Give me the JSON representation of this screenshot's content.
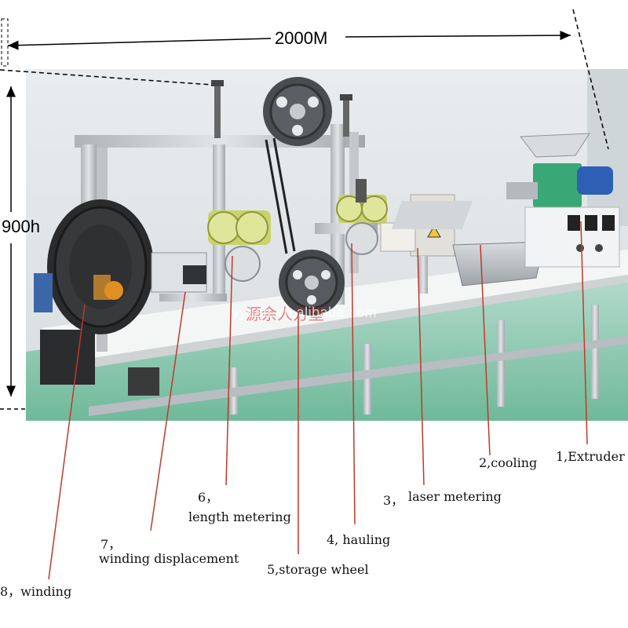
{
  "dimensions": {
    "width_label": "2000M",
    "height_label": "900h"
  },
  "watermark": {
    "url": "yyuan.en.alibaba.com",
    "cn": "源余人方塑"
  },
  "labels": {
    "extruder": "1,Extruder",
    "cooling": "2,cooling",
    "laser_num": "3，",
    "laser_text": "laser metering",
    "hauling": "4, hauling",
    "storage": "5,storage wheel",
    "length_num": "6，",
    "length_text": "length metering",
    "displacement_num": "7，",
    "displacement_text": "winding displacement",
    "winding": "8，winding"
  },
  "colors": {
    "pointer": "#c0392b",
    "aluminum": "#c9ccd0",
    "extruder_green": "#3aa876",
    "roller_yellow": "#d6e07a",
    "floor_green": "#7fc7a8"
  }
}
